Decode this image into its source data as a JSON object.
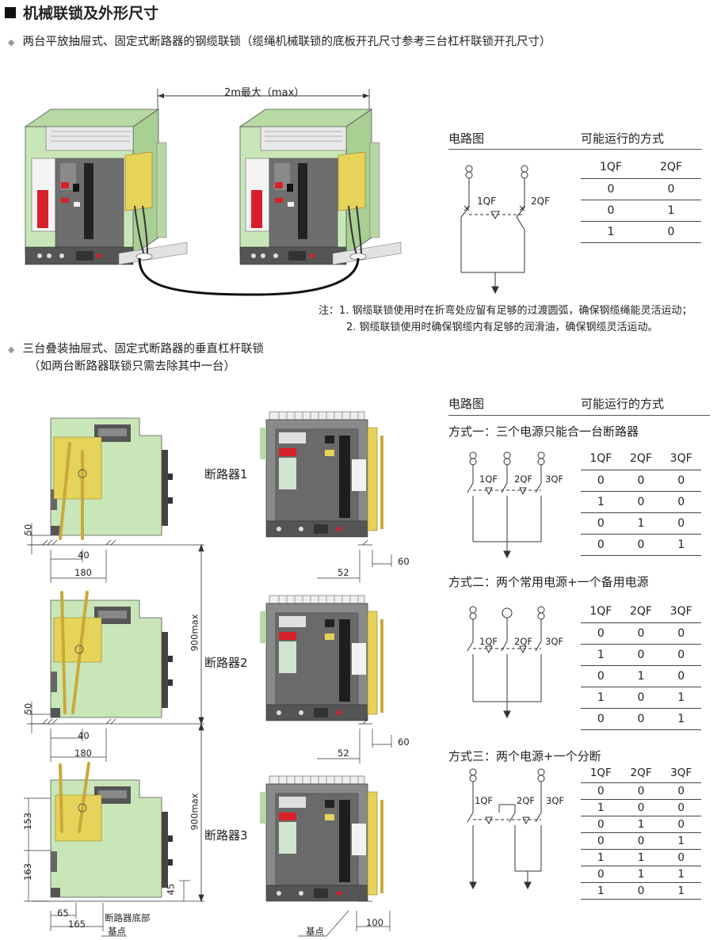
{
  "title": "机械联锁及外形尺寸",
  "section1": {
    "bullet": "两台平放抽屉式、固定式断路器的钢缆联锁（缆绳机械联锁的底板开孔尺寸参考三台杠杆联锁开孔尺寸）",
    "distance_label": "2m最大（max）",
    "circuit_title": "电路图",
    "modes_title": "可能运行的方式",
    "switch_labels": [
      "1QF",
      "2QF"
    ],
    "table_header": [
      "1QF",
      "2QF"
    ],
    "table_rows": [
      [
        "0",
        "0"
      ],
      [
        "0",
        "1"
      ],
      [
        "1",
        "0"
      ]
    ],
    "notes": [
      "注：1. 钢缆联锁使用时在折弯处应留有足够的过渡圆弧，确保钢缆绳能灵活运动；",
      "2. 钢缆联锁使用时确保钢缆内有足够的润滑油，确保钢缆灵活运动。"
    ]
  },
  "section2": {
    "bullet_line1": "三台叠装抽屉式、固定式断路器的垂直杠杆联锁",
    "bullet_line2": "（如两台断路器联锁只需去除其中一台）",
    "circuit_title": "电路图",
    "modes_title": "可能运行的方式",
    "breaker_labels": [
      "断路器1",
      "断路器2",
      "断路器3"
    ],
    "dims": {
      "d50a": "50",
      "d40a": "40",
      "d180a": "180",
      "d52a": "52",
      "d60a": "60",
      "d900a": "900max",
      "d50b": "50",
      "d40b": "40",
      "d180b": "180",
      "d52b": "52",
      "d60b": "60",
      "d900b": "900max",
      "d153": "153",
      "d163": "163",
      "d45": "45",
      "d65": "65",
      "d165": "165",
      "d100": "100",
      "base_bottom": "断路器底部",
      "datum_left": "基点",
      "datum_right": "基点"
    },
    "switch_labels": [
      "1QF",
      "2QF",
      "3QF"
    ],
    "modes": [
      {
        "title": "方式一：三个电源只能合一台断路器",
        "header": [
          "1QF",
          "2QF",
          "3QF"
        ],
        "rows": [
          [
            "0",
            "0",
            "0"
          ],
          [
            "1",
            "0",
            "0"
          ],
          [
            "0",
            "1",
            "0"
          ],
          [
            "0",
            "0",
            "1"
          ]
        ]
      },
      {
        "title": "方式二：两个常用电源+一个备用电源",
        "header": [
          "1QF",
          "2QF",
          "3QF"
        ],
        "rows": [
          [
            "0",
            "0",
            "0"
          ],
          [
            "1",
            "0",
            "0"
          ],
          [
            "0",
            "1",
            "0"
          ],
          [
            "1",
            "0",
            "1"
          ],
          [
            "0",
            "0",
            "1"
          ]
        ]
      },
      {
        "title": "方式三：两个电源+一个分断",
        "header": [
          "1QF",
          "2QF",
          "3QF"
        ],
        "rows": [
          [
            "0",
            "0",
            "0"
          ],
          [
            "1",
            "0",
            "0"
          ],
          [
            "0",
            "1",
            "0"
          ],
          [
            "0",
            "0",
            "1"
          ],
          [
            "1",
            "1",
            "0"
          ],
          [
            "0",
            "1",
            "1"
          ],
          [
            "1",
            "0",
            "1"
          ]
        ]
      }
    ]
  },
  "colors": {
    "breaker_green": "#c9e6b8",
    "interlock_yellow": "#e6d35a",
    "panel_gray": "#7c7c7c",
    "accent_red": "#d8202a"
  }
}
